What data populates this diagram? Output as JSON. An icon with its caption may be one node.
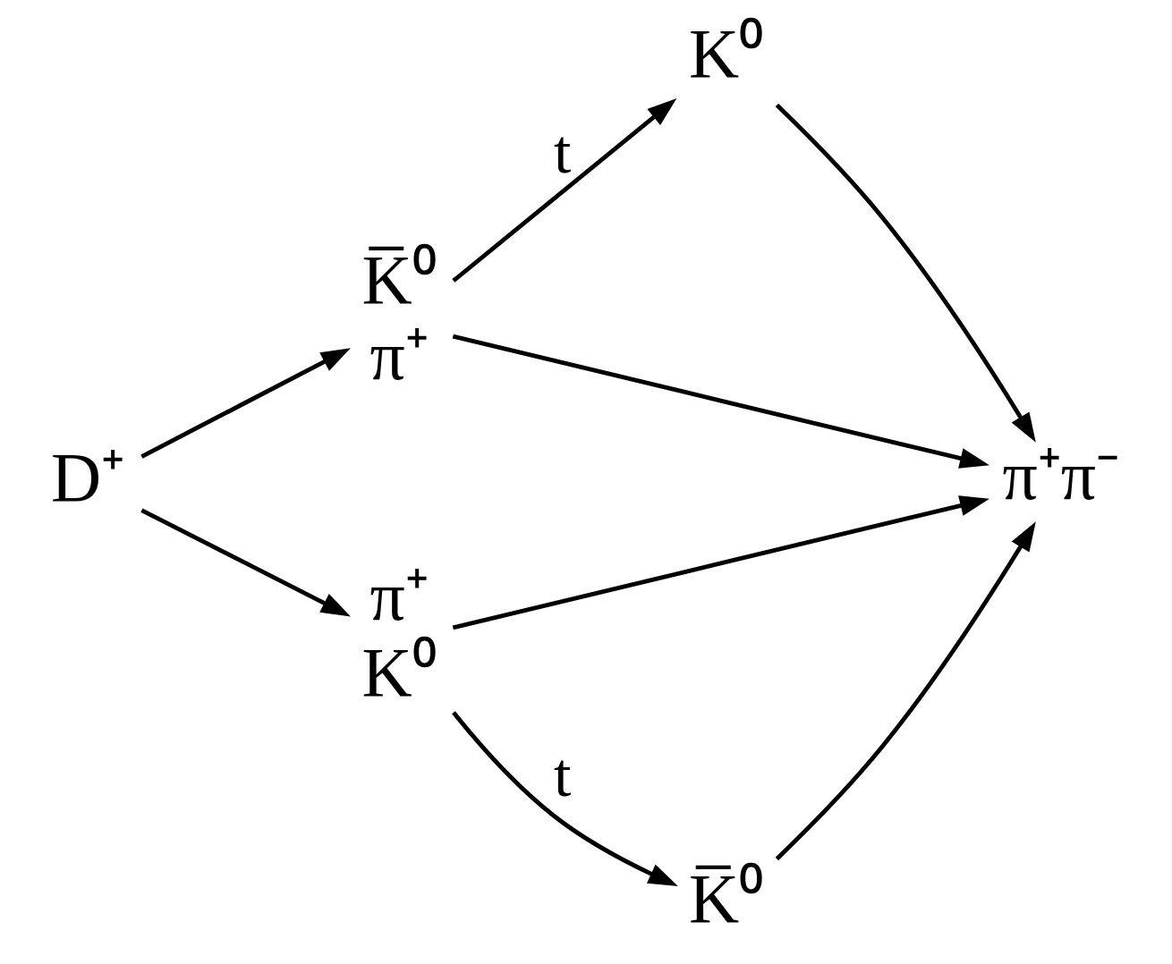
{
  "diagram": {
    "nodes": [
      {
        "text": [
          "D⁺"
        ]
      },
      {
        "text": [
          "K̅⁰",
          "π⁺"
        ]
      },
      {
        "text": [
          "K⁰"
        ]
      },
      {
        "text": [
          "π⁺π⁻"
        ]
      },
      {
        "text": [
          "π⁺",
          "K⁰"
        ]
      },
      {
        "text": [
          "K̅⁰"
        ]
      }
    ],
    "edges": [
      {
        "from": 0,
        "to": 1,
        "arrow": "to"
      },
      {
        "from": 0,
        "to": 4,
        "arrow": "to"
      },
      {
        "from": 1,
        "to": 2,
        "arrow": "to",
        "label": "t"
      },
      {
        "from": 1,
        "to": 3,
        "arrow": "to"
      },
      {
        "from": 2,
        "to": 3,
        "arrow": "to"
      },
      {
        "from": 4,
        "to": 3,
        "arrow": "to"
      },
      {
        "from": 4,
        "to": 5,
        "arrow": "to",
        "label": "t"
      },
      {
        "from": 5,
        "to": 3,
        "arrow": "to"
      }
    ]
  }
}
